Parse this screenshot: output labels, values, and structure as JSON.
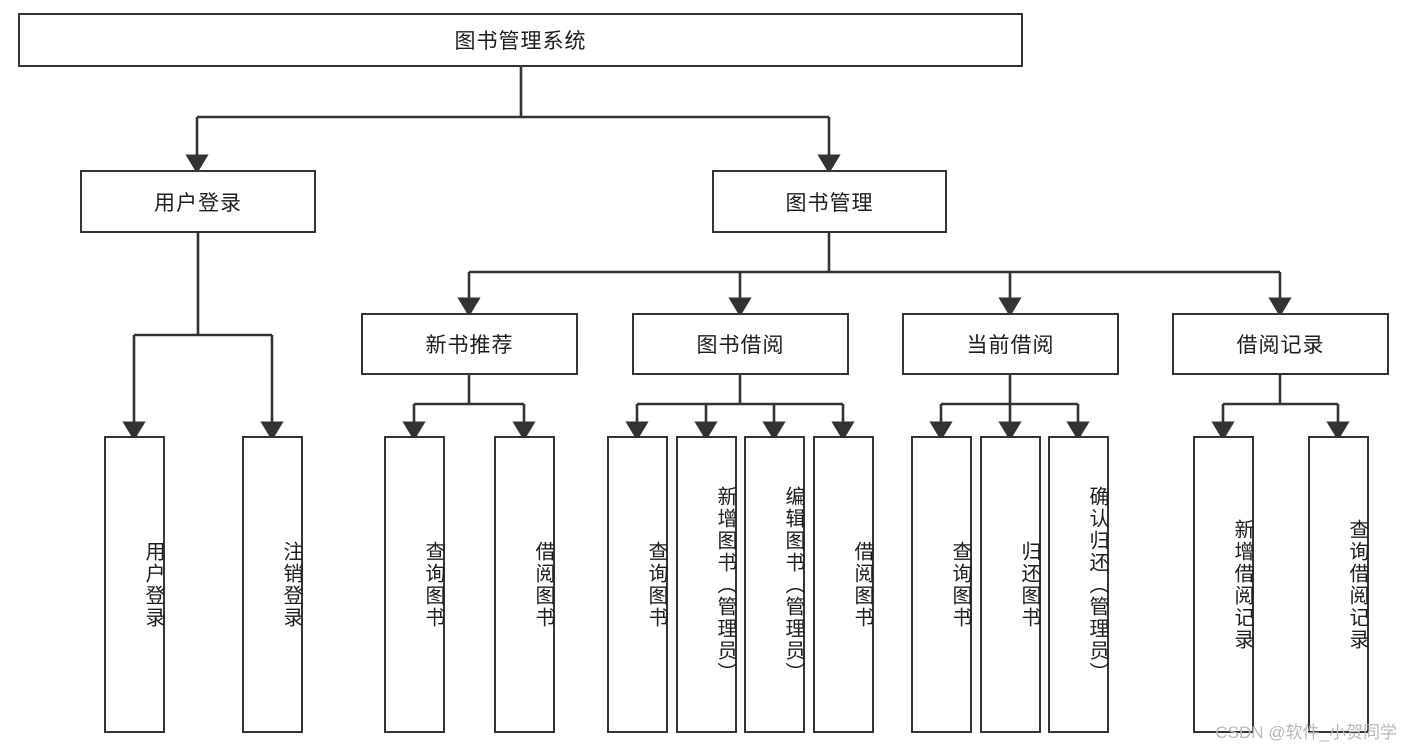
{
  "diagram": {
    "type": "hierarchy-tree",
    "title_text": "图书管理系统",
    "watermark": "CSDN @软件_小贺同学",
    "colors": {
      "stroke": "#333333",
      "fill": "#ffffff",
      "text": "#1c1c1c",
      "watermark": "#b8b8b8"
    },
    "levels": {
      "root": {
        "label": "图书管理系统"
      },
      "level2": [
        {
          "label": "用户登录"
        },
        {
          "label": "图书管理"
        }
      ],
      "level3": [
        {
          "label": "新书推荐"
        },
        {
          "label": "图书借阅"
        },
        {
          "label": "当前借阅"
        },
        {
          "label": "借阅记录"
        }
      ],
      "leaves_user_login": [
        {
          "label": "用户登录"
        },
        {
          "label": "注销登录"
        }
      ],
      "leaves_new_book": [
        {
          "label": "查询图书"
        },
        {
          "label": "借阅图书"
        }
      ],
      "leaves_borrow": [
        {
          "label": "查询图书"
        },
        {
          "label": "新增图书（管理员）"
        },
        {
          "label": "编辑图书（管理员）"
        },
        {
          "label": "借阅图书"
        }
      ],
      "leaves_current": [
        {
          "label": "查询图书"
        },
        {
          "label": "归还图书"
        },
        {
          "label": "确认归还（管理员）"
        }
      ],
      "leaves_records": [
        {
          "label": "新增借阅记录"
        },
        {
          "label": "查询借阅记录"
        }
      ]
    }
  }
}
